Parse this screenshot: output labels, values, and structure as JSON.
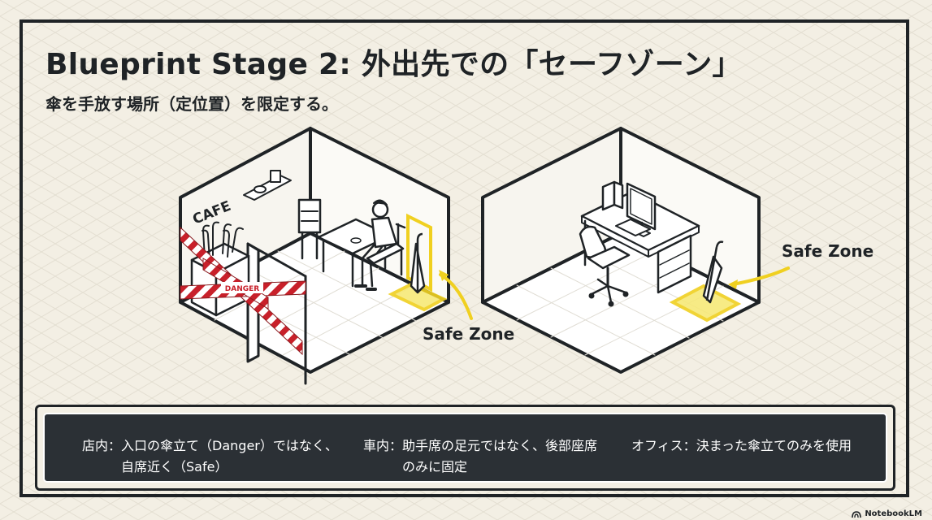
{
  "title": "Blueprint Stage 2: 外出先での「セーフゾーン」",
  "subtitle": "傘を手放す場所（定位置）を限定する。",
  "scenes": {
    "cafe": {
      "sign": "CAFE",
      "tape_label": "DANGER",
      "safe_zone_label": "Safe Zone"
    },
    "office": {
      "safe_zone_label": "Safe Zone"
    }
  },
  "tips": [
    {
      "category": "店内：",
      "text": "入口の傘立て（Danger）ではなく、自席近く（Safe）"
    },
    {
      "category": "車内：",
      "text": "助手席の足元ではなく、後部座席のみに固定"
    },
    {
      "category": "オフィス：",
      "text": "決まった傘立てのみを使用"
    }
  ],
  "brand": "NotebookLM",
  "colors": {
    "background": "#f3efe4",
    "ink": "#1f2326",
    "panel": "#2b3035",
    "safe_yellow": "#f0d020",
    "danger_red": "#c8202a"
  },
  "icons": [
    "umbrella-icon",
    "arrow-icon",
    "danger-tape",
    "notebooklm-logo-icon"
  ]
}
